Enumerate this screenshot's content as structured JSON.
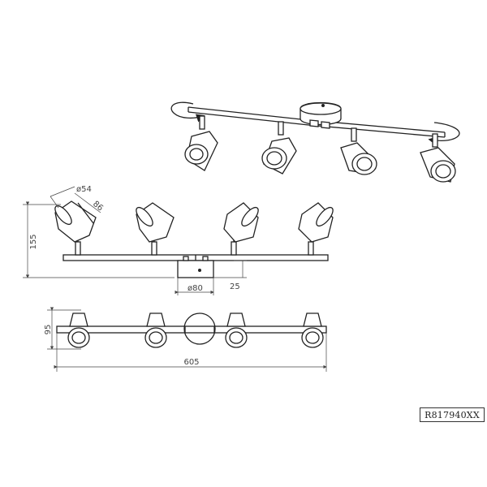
{
  "dimensions": {
    "diameter_head": "ø54",
    "head_length": "86",
    "height": "155",
    "base_diameter": "ø80",
    "base_depth": "25",
    "depth": "95",
    "length": "605"
  },
  "product_code": "R817940XX"
}
